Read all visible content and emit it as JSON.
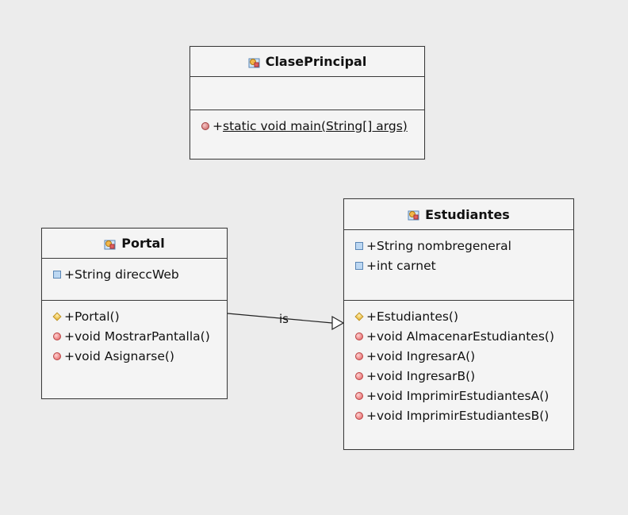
{
  "classes": {
    "principal": {
      "name": "ClasePrincipal",
      "attributes": [],
      "methods": [
        {
          "visibility": "+",
          "text": "static void main(String[] args)",
          "kind": "static"
        }
      ]
    },
    "portal": {
      "name": "Portal",
      "attributes": [
        {
          "visibility": "+",
          "text": "String direccWeb"
        }
      ],
      "methods": [
        {
          "visibility": "+",
          "text": "Portal()",
          "kind": "constructor"
        },
        {
          "visibility": "+",
          "text": "void MostrarPantalla()",
          "kind": "method"
        },
        {
          "visibility": "+",
          "text": "void Asignarse()",
          "kind": "method"
        }
      ]
    },
    "estudiantes": {
      "name": "Estudiantes",
      "attributes": [
        {
          "visibility": "+",
          "text": "String nombregeneral"
        },
        {
          "visibility": "+",
          "text": "int carnet"
        }
      ],
      "methods": [
        {
          "visibility": "+",
          "text": "Estudiantes()",
          "kind": "constructor"
        },
        {
          "visibility": "+",
          "text": "void AlmacenarEstudiantes()",
          "kind": "method"
        },
        {
          "visibility": "+",
          "text": "void IngresarA()",
          "kind": "method"
        },
        {
          "visibility": "+",
          "text": "void IngresarB()",
          "kind": "method"
        },
        {
          "visibility": "+",
          "text": "void ImprimirEstudiantesA()",
          "kind": "method"
        },
        {
          "visibility": "+",
          "text": "void ImprimirEstudiantesB()",
          "kind": "method"
        }
      ]
    }
  },
  "relations": [
    {
      "from": "Portal",
      "to": "Estudiantes",
      "label": "is",
      "type": "generalization"
    }
  ],
  "colors": {
    "background": "#ececec",
    "box": "#f4f4f4",
    "border": "#3a3a3a"
  }
}
